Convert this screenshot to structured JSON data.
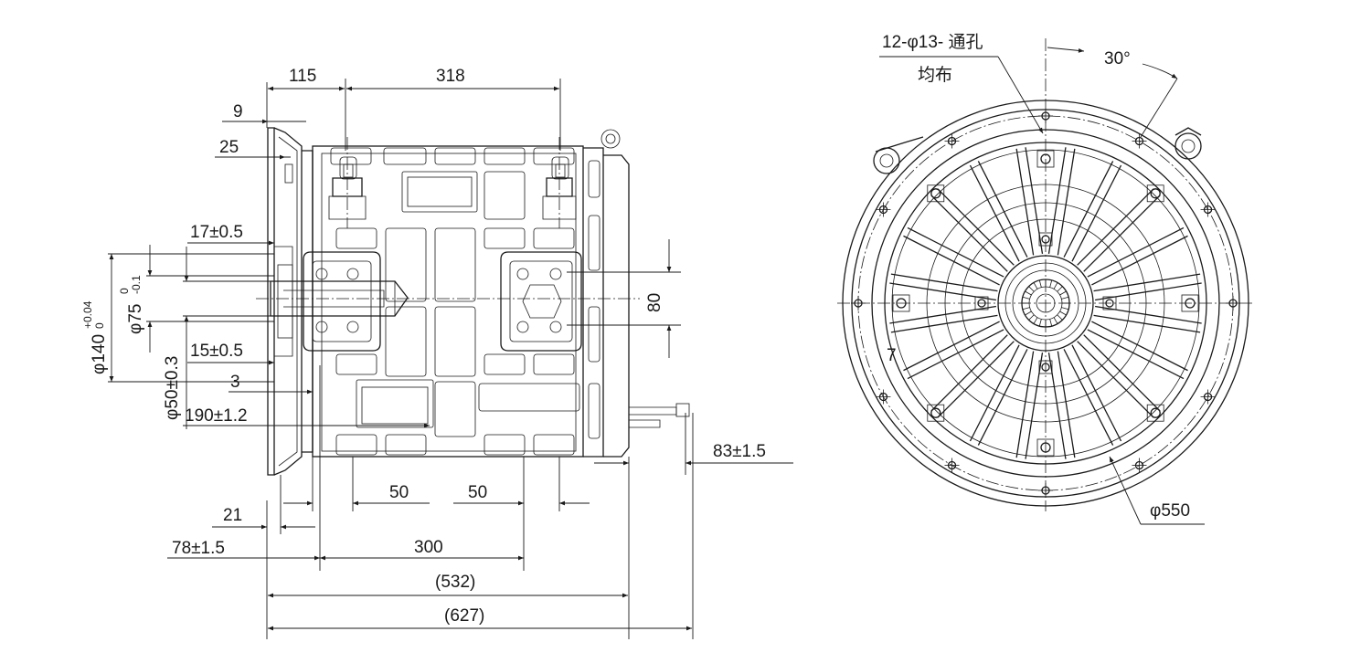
{
  "side_view": {
    "dims": {
      "d115": "115",
      "d318": "318",
      "d9": "9",
      "d25": "25",
      "d17": "17±0.5",
      "d80": "80",
      "d15": "15±0.5",
      "d3": "3",
      "d190": "190±1.2",
      "d83": "83±1.5",
      "d50a": "50",
      "d50b": "50",
      "d21": "21",
      "d78": "78±1.5",
      "d300": "300",
      "d532": "(532)",
      "d627": "(627)",
      "phi140": "φ140",
      "phi140_tol_upper": "+0.04",
      "phi140_tol_lower": "0",
      "phi75": "φ75",
      "phi75_tol_upper": "0",
      "phi75_tol_lower": "-0.1",
      "phi50": "φ50±0.3"
    }
  },
  "front_view": {
    "hole_note_line1": "12-φ13- 通孔",
    "hole_note_line2": "均布",
    "angle": "30°",
    "phi550": "φ550",
    "mark7": "7"
  }
}
